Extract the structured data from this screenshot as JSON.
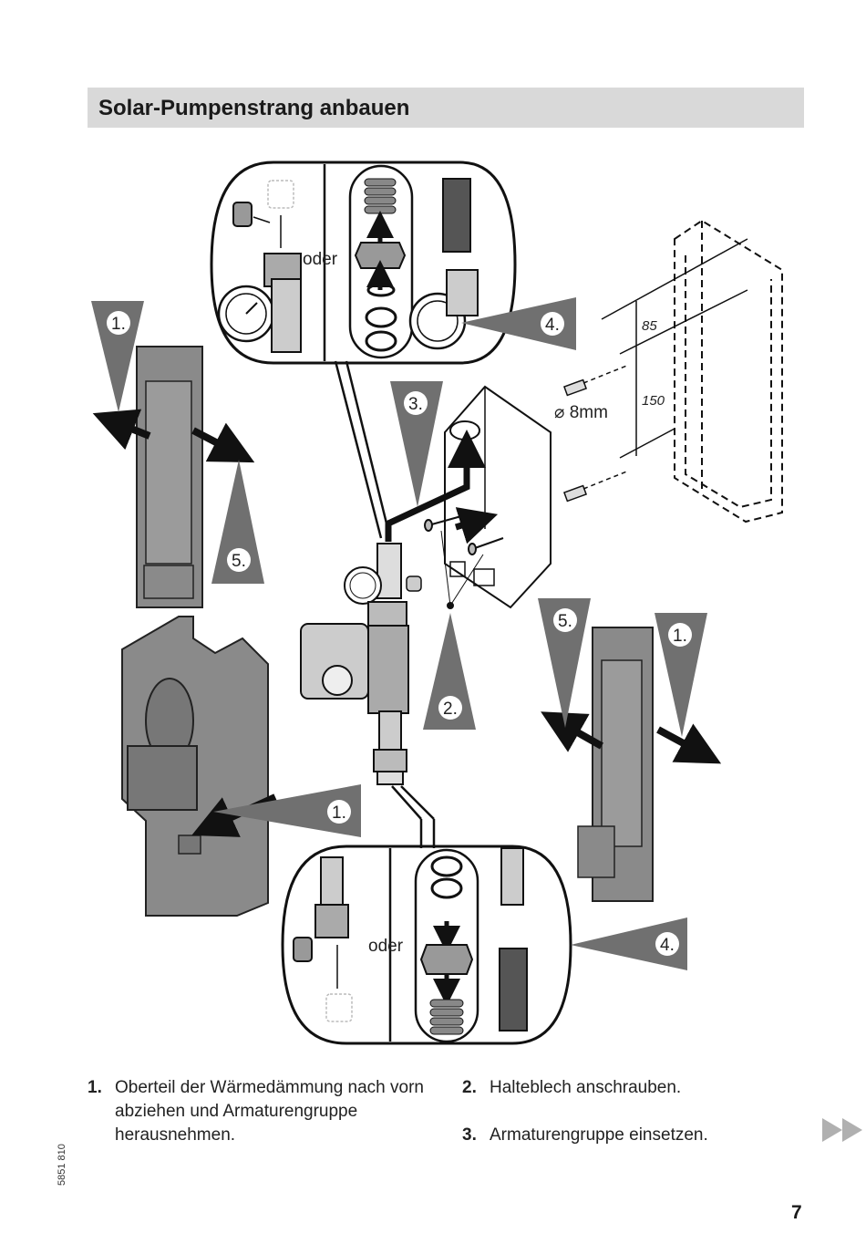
{
  "header": {
    "title": "Solar-Pumpenstrang anbauen"
  },
  "figure": {
    "callouts": {
      "c1_left": "1.",
      "c5_left": "5.",
      "c3": "3.",
      "c2": "2.",
      "c4_top": "4.",
      "c5_right": "5.",
      "c1_right": "1.",
      "c1_bottom": "1.",
      "c4_bottom": "4."
    },
    "oder_top": "oder",
    "oder_bottom": "oder",
    "dimensions": {
      "d85": "85",
      "d150": "150",
      "drill": "⌀ 8mm"
    }
  },
  "steps": [
    {
      "num": "1.",
      "text": "Oberteil der Wärmedämmung nach vorn abziehen und Armaturengruppe herausnehmen."
    },
    {
      "num": "2.",
      "text": "Halteblech anschrauben."
    },
    {
      "num": "3.",
      "text": "Armaturengruppe einsetzen."
    }
  ],
  "footer": {
    "doc_number": "5851 810",
    "page_number": "7"
  },
  "icons": {
    "next_page": "double-play-arrow-icon"
  },
  "colors": {
    "title_bar": "#d9d9d9",
    "insulation": "#8a8a8a",
    "callout": "#707070"
  }
}
